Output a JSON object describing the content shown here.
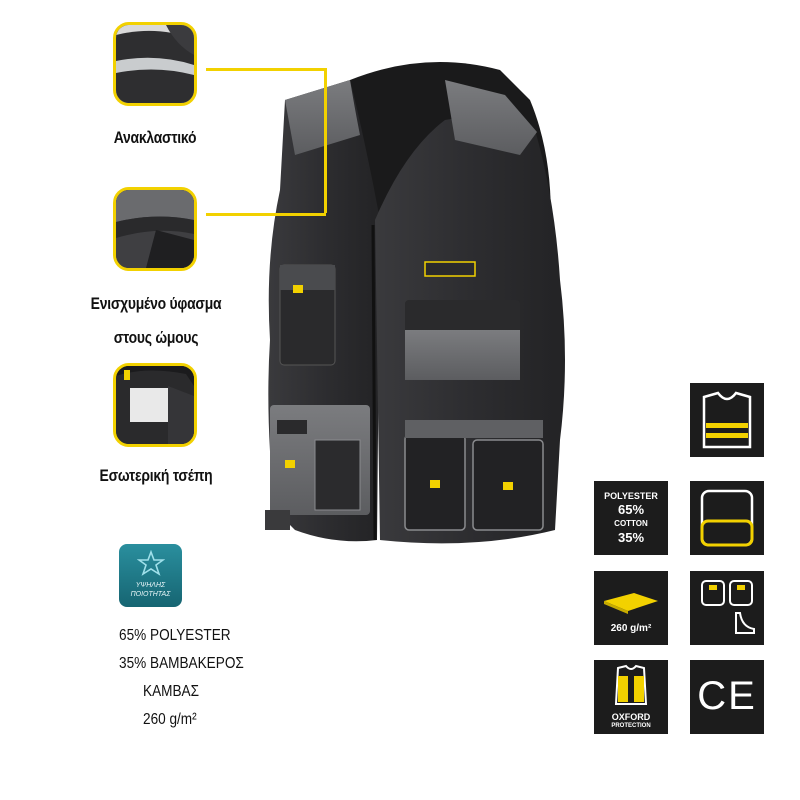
{
  "features": {
    "reflective": "Ανακλαστικό",
    "reinforced_line1": "Ενισχυμένο ύφασμα",
    "reinforced_line2": "στους ώμους",
    "inner_pocket": "Εσωτερική τσέπη"
  },
  "quality_badge": {
    "line1": "ΥΨΗΛΗΣ",
    "line2": "ΠΟΙΟΤΗΤΑΣ"
  },
  "specs": {
    "line1": "65% POLYESTER",
    "line2": "35% ΒΑΜΒΑΚΕΡΟΣ",
    "line3": "ΚΑΜΒΑΣ",
    "line4": "260 g/m²"
  },
  "icons": {
    "fabric_composition": {
      "polyester_label": "POLYESTER",
      "polyester_pct": "65%",
      "cotton_label": "COTTON",
      "cotton_pct": "35%"
    },
    "fabric_weight": "260 g/m²",
    "oxford_label": "OXFORD",
    "oxford_sub": "PROTECTION",
    "ce_mark": "CE"
  },
  "colors": {
    "accent_yellow": "#f2d100",
    "vest_dark": "#2b2b2d",
    "vest_grey": "#6d6e70",
    "tile_black": "#1c1c1c",
    "badge_teal": "#1f7c8a"
  }
}
